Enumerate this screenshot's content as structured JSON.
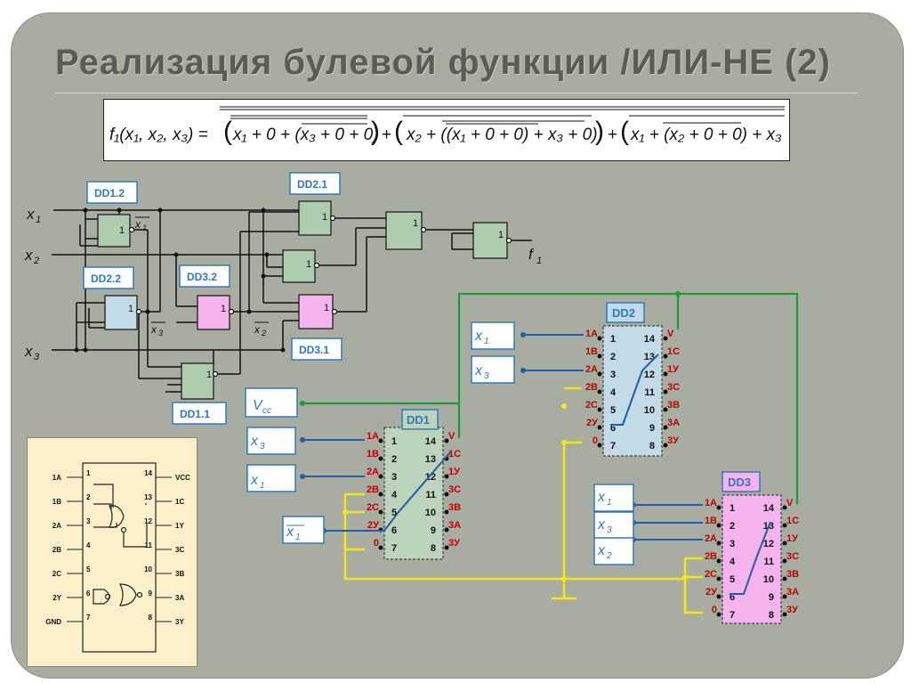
{
  "title": "Реализация булевой функции /ИЛИ-НЕ (2)",
  "formula": {
    "lhs": "f₁(x₁, x₂, x₃) =",
    "term1": "x₁ + 0 + (x₃ + 0 + 0)",
    "op1": "+",
    "term2": "x₂ + ((x₁ + 0 + 0) + x₃ + 0)",
    "op2": "+",
    "term3": "x₁ + (x₂ + 0 + 0) + x₃"
  },
  "inputs": {
    "x1": "x",
    "x2": "x",
    "x3": "x",
    "sub1": "1",
    "sub2": "2",
    "sub3": "3"
  },
  "output": {
    "name": "f",
    "sub": "1"
  },
  "gate_symbol": "1",
  "gates": {
    "dd12": "DD1.2",
    "dd21": "DD2.1",
    "dd22": "DD2.2",
    "dd32": "DD3.2",
    "dd31": "DD3.1",
    "dd11": "DD1.1"
  },
  "inverted_labels": {
    "nx1": "x",
    "nx1_sub": "1",
    "nx3": "x",
    "nx3_sub": "3",
    "nx2": "x",
    "nx2_sub": "2"
  },
  "chips": {
    "dd1": "DD1",
    "dd2": "DD2",
    "dd3": "DD3",
    "left_pins": [
      "1A",
      "1B",
      "2A",
      "2B",
      "2C",
      "2У",
      "0"
    ],
    "right_pins": [
      "V",
      "1C",
      "1У",
      "3C",
      "3B",
      "3A",
      "3У"
    ],
    "left_nums": [
      "1",
      "2",
      "3",
      "4",
      "5",
      "6",
      "7"
    ],
    "right_nums": [
      "14",
      "13",
      "12",
      "11",
      "10",
      "9",
      "8"
    ]
  },
  "vcc": {
    "v": "V",
    "sub": "cc"
  },
  "boxes": {
    "dd1_x3": "x",
    "dd1_x3_sub": "3",
    "dd1_x1": "x",
    "dd1_x1_sub": "1",
    "dd1_nx1": "x",
    "dd1_nx1_sub": "1",
    "dd2_x1": "x",
    "dd2_x1_sub": "1",
    "dd2_x3": "x",
    "dd2_x3_sub": "3",
    "dd3_x1": "x",
    "dd3_x1_sub": "1",
    "dd3_x3": "x",
    "dd3_x3_sub": "3",
    "dd3_x2": "x",
    "dd3_x2_sub": "2"
  },
  "pinout": {
    "left": [
      "1A",
      "1B",
      "2A",
      "2B",
      "2C",
      "2Y",
      "GND"
    ],
    "left_nums": [
      "1",
      "2",
      "3",
      "4",
      "5",
      "6",
      "7"
    ],
    "right": [
      "VCC",
      "1C",
      "1Y",
      "3C",
      "3B",
      "3A",
      "3Y"
    ],
    "right_nums": [
      "14",
      "13",
      "12",
      "11",
      "10",
      "9",
      "8"
    ]
  },
  "colors": {
    "background": "#a9aca0",
    "wire": "#000000",
    "bus_green": "#1c9b3a",
    "bus_yellow": "#f2e61b",
    "signal_blue": "#1f5fa8",
    "pin_red": "#c00000",
    "gate_green": "#aeccae",
    "gate_blue": "#c3dbe6",
    "gate_pink": "#f6b4ee",
    "label_border": "#2f79c1"
  }
}
